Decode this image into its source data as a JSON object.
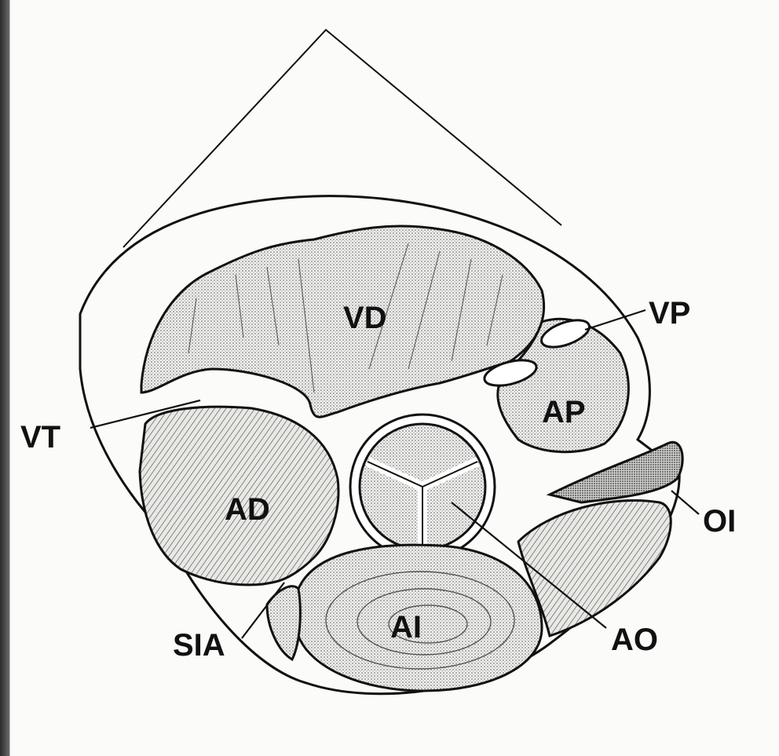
{
  "labels": {
    "vd": "VD",
    "vp": "VP",
    "ap": "AP",
    "vt": "VT",
    "ad": "AD",
    "oi": "OI",
    "sia": "SIA",
    "ai": "AI",
    "ao": "AO"
  },
  "colors": {
    "ink": "#111111",
    "paper": "#fbfbfa",
    "frame": "#4a4a4a"
  }
}
